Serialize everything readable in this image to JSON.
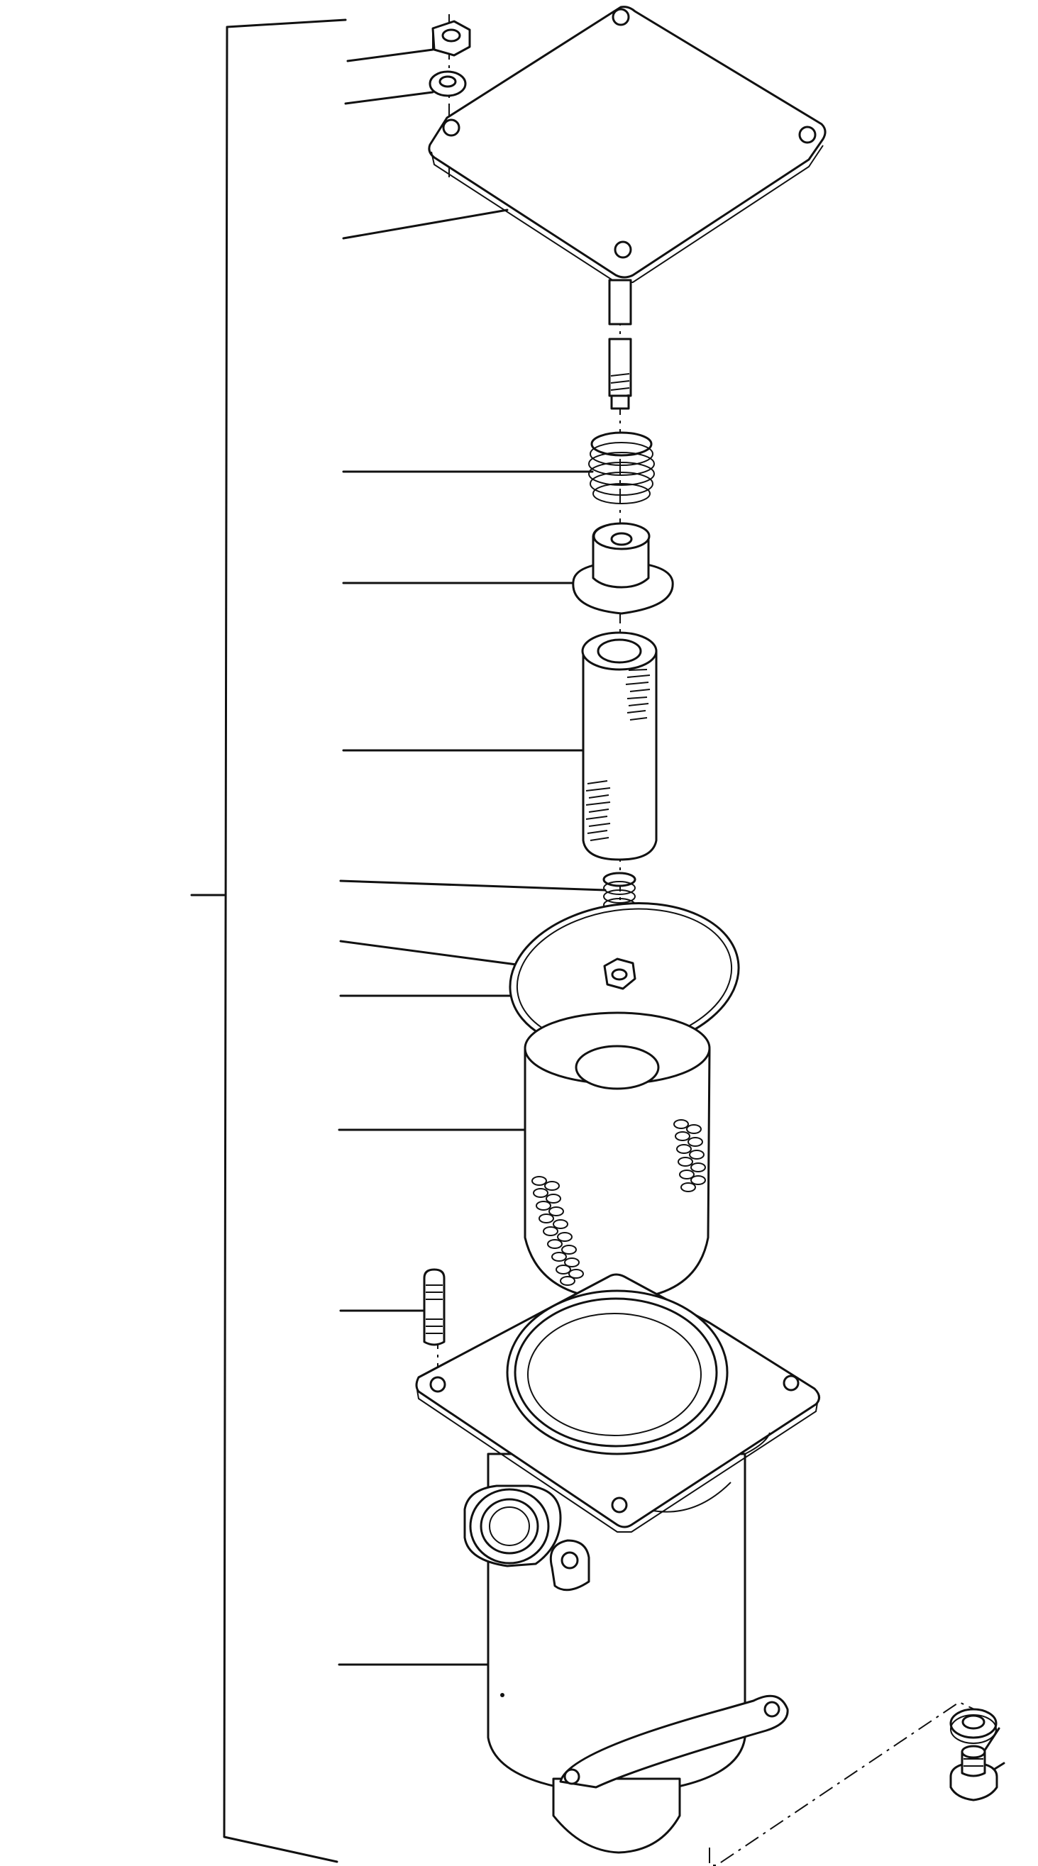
{
  "diagram": {
    "kind": "exploded-parts-view",
    "callouts": [
      {
        "id": "nut-top"
      },
      {
        "id": "washer-top"
      },
      {
        "id": "cover-plate"
      },
      {
        "id": "upper-spring"
      },
      {
        "id": "valve-seat"
      },
      {
        "id": "element-tube"
      },
      {
        "id": "lower-spring"
      },
      {
        "id": "small-nut"
      },
      {
        "id": "o-ring"
      },
      {
        "id": "filter-element"
      },
      {
        "id": "stud-bolt"
      },
      {
        "id": "filter-case"
      },
      {
        "id": "washer-bottom"
      },
      {
        "id": "bolt-bottom"
      }
    ]
  }
}
